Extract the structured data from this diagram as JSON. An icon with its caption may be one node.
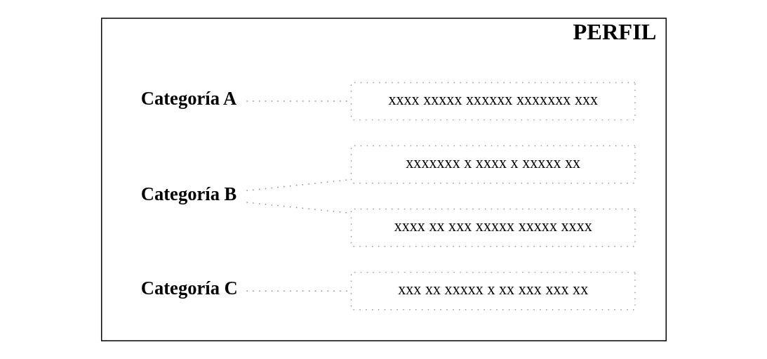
{
  "diagram": {
    "nodes": [
      {
        "text": [
          "PERFIL"
        ]
      },
      {
        "text": [
          "Categoría A"
        ],
        "in": 0
      },
      {
        "text": [
          "xxxx xxxxx xxxxxx xxxxxxx xxx"
        ],
        "in": 0
      },
      {
        "text": [
          "xxxx xx xxx xxxxx xxxxx xxxx"
        ],
        "in": 0
      },
      {
        "text": [
          "Categoría B"
        ],
        "in": 0
      },
      {
        "text": [
          "xxxxxxx x xxxx x xxxxx xx"
        ],
        "in": 0
      },
      {
        "text": [
          "xxx xx xxxxx x xx xxx xxx xx"
        ],
        "in": 0
      },
      {
        "text": [
          "Categoría C"
        ],
        "in": 0
      }
    ],
    "edges": [
      {
        "from": 1,
        "to": 2,
        "arrow": "none"
      },
      {
        "from": 4,
        "to": 3,
        "arrow": "none"
      },
      {
        "from": 4,
        "to": 5,
        "arrow": "none"
      },
      {
        "from": 7,
        "to": 6,
        "arrow": "none"
      }
    ]
  }
}
